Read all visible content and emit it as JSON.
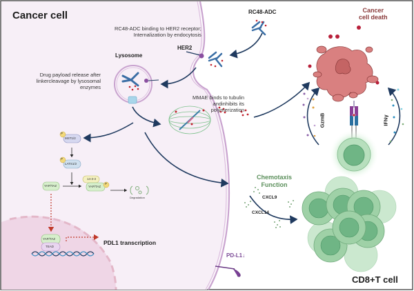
{
  "figure": {
    "cancer_cell_title": "Cancer cell",
    "binding_caption": [
      "RC48-ADC binding to HER2 receptor;",
      "Internalization by endocytosis"
    ],
    "rc48_adc_label": "RC48-ADC",
    "her2_label": "HER2",
    "lysosome_label": "Lysosome",
    "payload_caption": [
      "Drug payload release after",
      "linkercleavage by lysosomal",
      "enzymes"
    ],
    "mmae_caption": [
      "MMAE binds to tubulin",
      "andinhibits its",
      "polymerization"
    ],
    "cancer_cell_death": [
      "Cancer",
      "cell death"
    ],
    "gzmb_label": "GzmB",
    "ifng_label": "IFNγ",
    "chemotaxis_label": [
      "Chemotaxis",
      "Function"
    ],
    "cxcl9_label": "CXCL9",
    "cxcl14_label": "CXCL14",
    "pdl1_label": "PD-L1↓",
    "cd8_label": "CD8+T cell",
    "pathway": {
      "mst": "MST1/2",
      "lats": "LATS1/2",
      "yap_taz": "YAP/TAZ",
      "protein_1433": "14-3-3",
      "yap_taz_p": "YAP/TAZ",
      "phospho": "P",
      "degradation": "Degradation",
      "nuclear_yap_taz": "YAP/TAZ",
      "tead": "TEAD",
      "pdl1_transcription": "PDL1 transcription"
    },
    "colors": {
      "cytoplasm": "#f7f0f7",
      "membrane": "#c9a3cf",
      "nucleus": "#efd6e6",
      "arrow_navy": "#1f3a5f",
      "drug_red": "#c0202c",
      "dead_cell": "#d98080",
      "tcell_green": "#9fd1a7",
      "red_dotted": "#c0392b"
    }
  }
}
